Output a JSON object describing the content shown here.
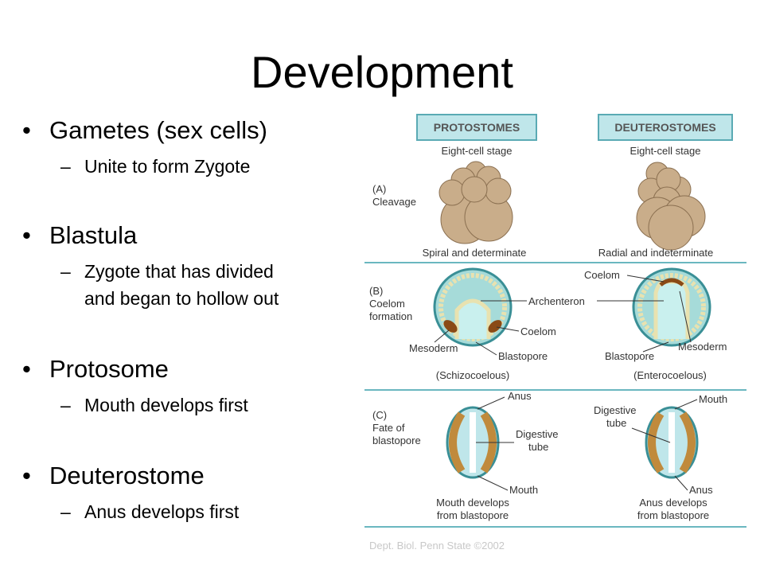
{
  "slide": {
    "title": "Development",
    "bullets": [
      {
        "text": "Gametes (sex cells)",
        "sub": [
          "Unite to form Zygote"
        ]
      },
      {
        "text": "Blastula",
        "sub": [
          "Zygote that has divided",
          "and began to hollow out"
        ]
      },
      {
        "text": "Protosome",
        "sub": [
          "Mouth develops first"
        ]
      },
      {
        "text": "Deuterostome",
        "sub": [
          "Anus develops first"
        ]
      }
    ],
    "bullet_glyph": "•",
    "sub_glyph": "–"
  },
  "figure": {
    "header_left": "PROTOSTOMES",
    "header_right": "DEUTEROSTOMES",
    "stage_left": "Eight-cell stage",
    "stage_right": "Eight-cell stage",
    "panel_a": {
      "letter": "(A)",
      "name": "Cleavage"
    },
    "cleavage_left": "Spiral and determinate",
    "cleavage_right": "Radial and indeterminate",
    "panel_b": {
      "letter": "(B)",
      "name_line1": "Coelom",
      "name_line2": "formation"
    },
    "b_labels": {
      "coelom_right": "Coelom",
      "archenteron": "Archenteron",
      "coelom_left": "Coelom",
      "mesoderm_left": "Mesoderm",
      "blastopore_left": "Blastopore",
      "blastopore_right": "Blastopore",
      "mesoderm_right": "Mesoderm",
      "type_left": "(Schizocoelous)",
      "type_right": "(Enterocoelous)"
    },
    "panel_c": {
      "letter": "(C)",
      "name_line1": "Fate of",
      "name_line2": "blastopore"
    },
    "c_labels": {
      "anus_left": "Anus",
      "digestive_left_1": "Digestive",
      "digestive_left_2": "tube",
      "mouth_left": "Mouth",
      "result_left_1": "Mouth develops",
      "result_left_2": "from blastopore",
      "digestive_right_1": "Digestive",
      "digestive_right_2": "tube",
      "mouth_right": "Mouth",
      "anus_right": "Anus",
      "result_right_1": "Anus develops",
      "result_right_2": "from blastopore"
    },
    "credit": "Dept. Biol. Penn State ©2002",
    "colors": {
      "header_fill": "#bfe6ea",
      "header_border": "#5aaab4",
      "divider": "#6ab7c0",
      "cell_fill": "#c9ad8a",
      "cell_stroke": "#8a6f50",
      "embryo_fill": "#a6dbd9",
      "embryo_rim": "#e8e2b0",
      "mesoderm": "#8a4a16",
      "gut": "#c08a3c"
    }
  }
}
